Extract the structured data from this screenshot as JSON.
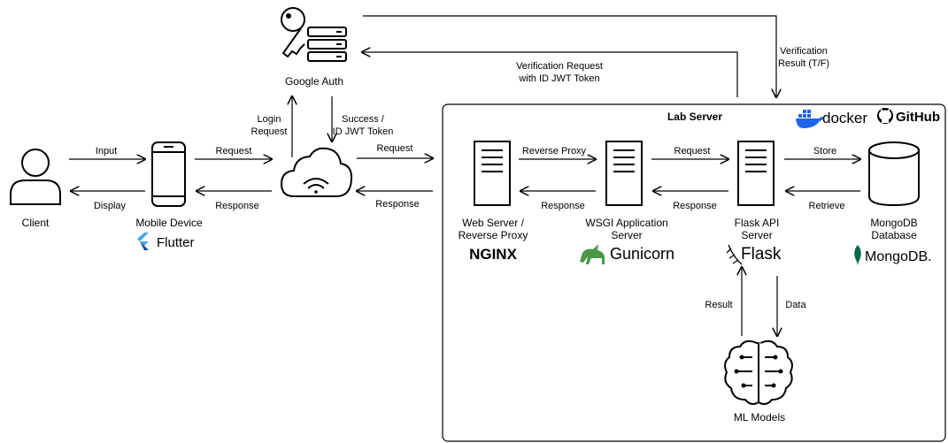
{
  "nodes": {
    "client": "Client",
    "mobile": "Mobile Device",
    "google_auth": "Google Auth",
    "lab_server": "Lab Server",
    "web_server_line1": "Web Server /",
    "web_server_line2": "Reverse Proxy",
    "wsgi_line1": "WSGI Application",
    "wsgi_line2": "Server",
    "flask_line1": "Flask API",
    "flask_line2": "Server",
    "mongo_line1": "MongoDB",
    "mongo_line2": "Database",
    "ml_models": "ML Models"
  },
  "edges": {
    "input": "Input",
    "display": "Display",
    "request": "Request",
    "response": "Response",
    "login_request_line1": "Login",
    "login_request_line2": "Request",
    "success_line1": "Success /",
    "success_line2": "ID JWT Token",
    "verification_request_line1": "Verification Request",
    "verification_request_line2": "with ID JWT Token",
    "verification_result_line1": "Verification",
    "verification_result_line2": "Result (T/F)",
    "reverse_proxy": "Reverse Proxy",
    "store": "Store",
    "retrieve": "Retrieve",
    "result": "Result",
    "data": "Data"
  },
  "logos": {
    "flutter": "Flutter",
    "nginx": "NGINX",
    "gunicorn": "Gunicorn",
    "flask": "Flask",
    "mongodb": "MongoDB.",
    "docker": "docker",
    "github": "GitHub"
  },
  "colors": {
    "stroke": "#000000",
    "flutter_blue": "#42a5f5",
    "flutter_dark": "#0d47a1",
    "nginx_green": "#009639",
    "gunicorn_green": "#499848",
    "docker_blue": "#1d63ed",
    "mongo_green": "#00684a"
  }
}
